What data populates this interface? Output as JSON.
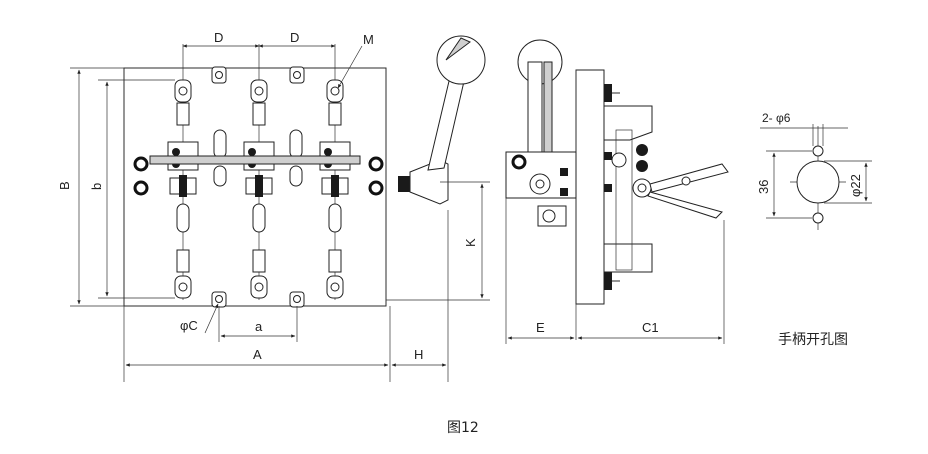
{
  "labels": {
    "D1": "D",
    "D2": "D",
    "M": "M",
    "B": "B",
    "b": "b",
    "K": "K",
    "phiC": "φC",
    "a": "a",
    "A": "A",
    "H": "H",
    "E": "E",
    "C1": "C1",
    "holes": "2- φ6",
    "dim36": "36",
    "phi22": "φ22",
    "handle_caption": "手柄开孔图",
    "figure_caption": "图12"
  }
}
